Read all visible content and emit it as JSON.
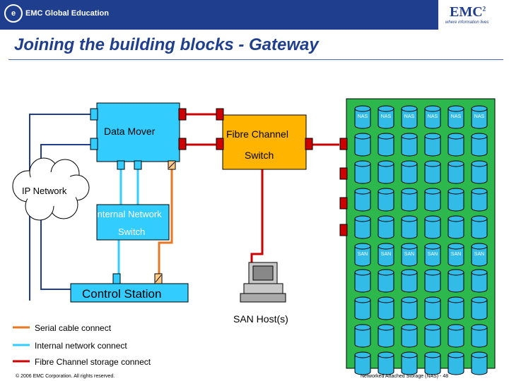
{
  "header": {
    "left_brand": "EMC Global Education",
    "logo": "EMC",
    "logo_sup": "2",
    "tagline": "where information lives"
  },
  "title": "Joining the building blocks - Gateway",
  "nodes": {
    "data_mover": "Data Mover",
    "fc_switch_line1": "Fibre Channel",
    "fc_switch_line2": "Switch",
    "ip_network": "IP Network",
    "internal_switch_line1": "Internal Network",
    "internal_switch_line2": "Switch",
    "control_station": "Control Station",
    "san_host": "SAN Host(s)"
  },
  "array": {
    "nas_labels": [
      "NAS",
      "NAS",
      "NAS",
      "NAS",
      "NAS",
      "NAS"
    ],
    "san_labels": [
      "SAN",
      "SAN",
      "SAN",
      "SAN",
      "SAN",
      "SAN"
    ]
  },
  "legend": [
    {
      "label": "Serial cable connect",
      "color": "#e87722"
    },
    {
      "label": "Internal network connect",
      "color": "#33ccff"
    },
    {
      "label": "Fibre Channel storage connect",
      "color": "#cc0000"
    }
  ],
  "footer": {
    "left": "© 2006 EMC Corporation. All rights reserved.",
    "right": "Networked Attached Storage (NAS) - 48"
  },
  "colors": {
    "brand": "#1f3f8e",
    "cyan_box": "#33ccff",
    "orange_switch": "#ffb400",
    "array_green": "#2db84d",
    "disk_fill": "#33bbe8",
    "fc_port": "#cc0000"
  }
}
